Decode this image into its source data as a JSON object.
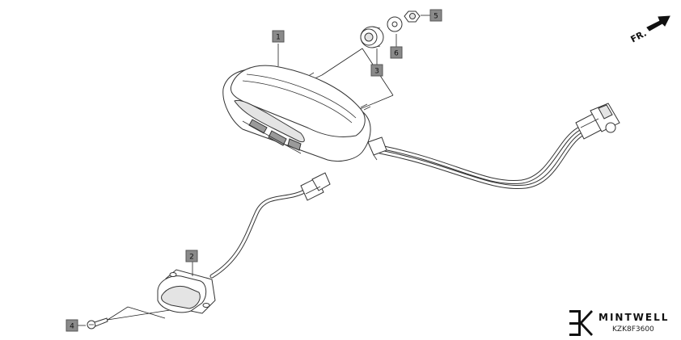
{
  "direction_label": "FR.",
  "brand": {
    "name": "MINTWELL"
  },
  "diagram_code": "KZK8F3600",
  "callouts": [
    {
      "label": "1",
      "target": "tail-light-assembly"
    },
    {
      "label": "2",
      "target": "license-light"
    },
    {
      "label": "3",
      "target": "grommet"
    },
    {
      "label": "4",
      "target": "screw"
    },
    {
      "label": "5",
      "target": "nut"
    },
    {
      "label": "6",
      "target": "washer"
    }
  ]
}
